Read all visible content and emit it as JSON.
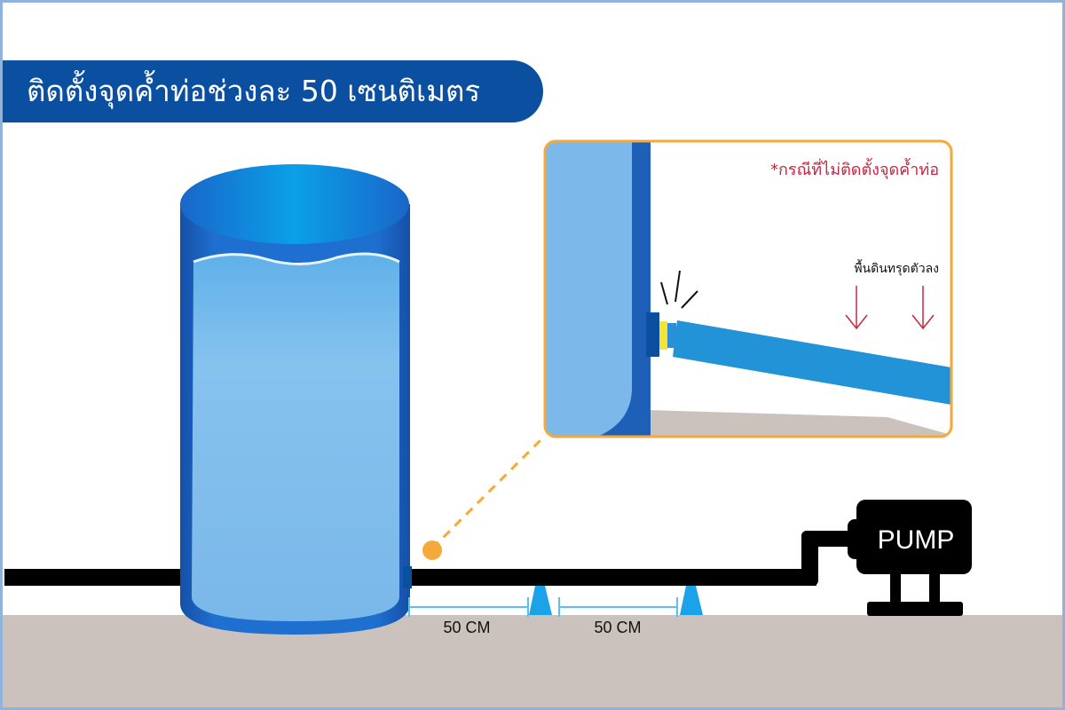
{
  "title": "ติดตั้งจุดค้ำท่อช่วงละ 50 เซนติเมตร",
  "inset": {
    "note": "*กรณีที่ไม่ติดตั้งจุดค้ำท่อ",
    "ground_label": "พื้นดินทรุดตัวลง"
  },
  "measurements": [
    "50 CM",
    "50 CM"
  ],
  "pump_label": "PUMP",
  "colors": {
    "banner": "#0b4fa1",
    "frame": "#8fb3da",
    "ground": "#cbc2bd",
    "tank": "#1a66c0",
    "water": "#7dbbea",
    "support": "#1aa3e8",
    "callout": "#f5a93a",
    "warning_text": "#c8263f"
  }
}
